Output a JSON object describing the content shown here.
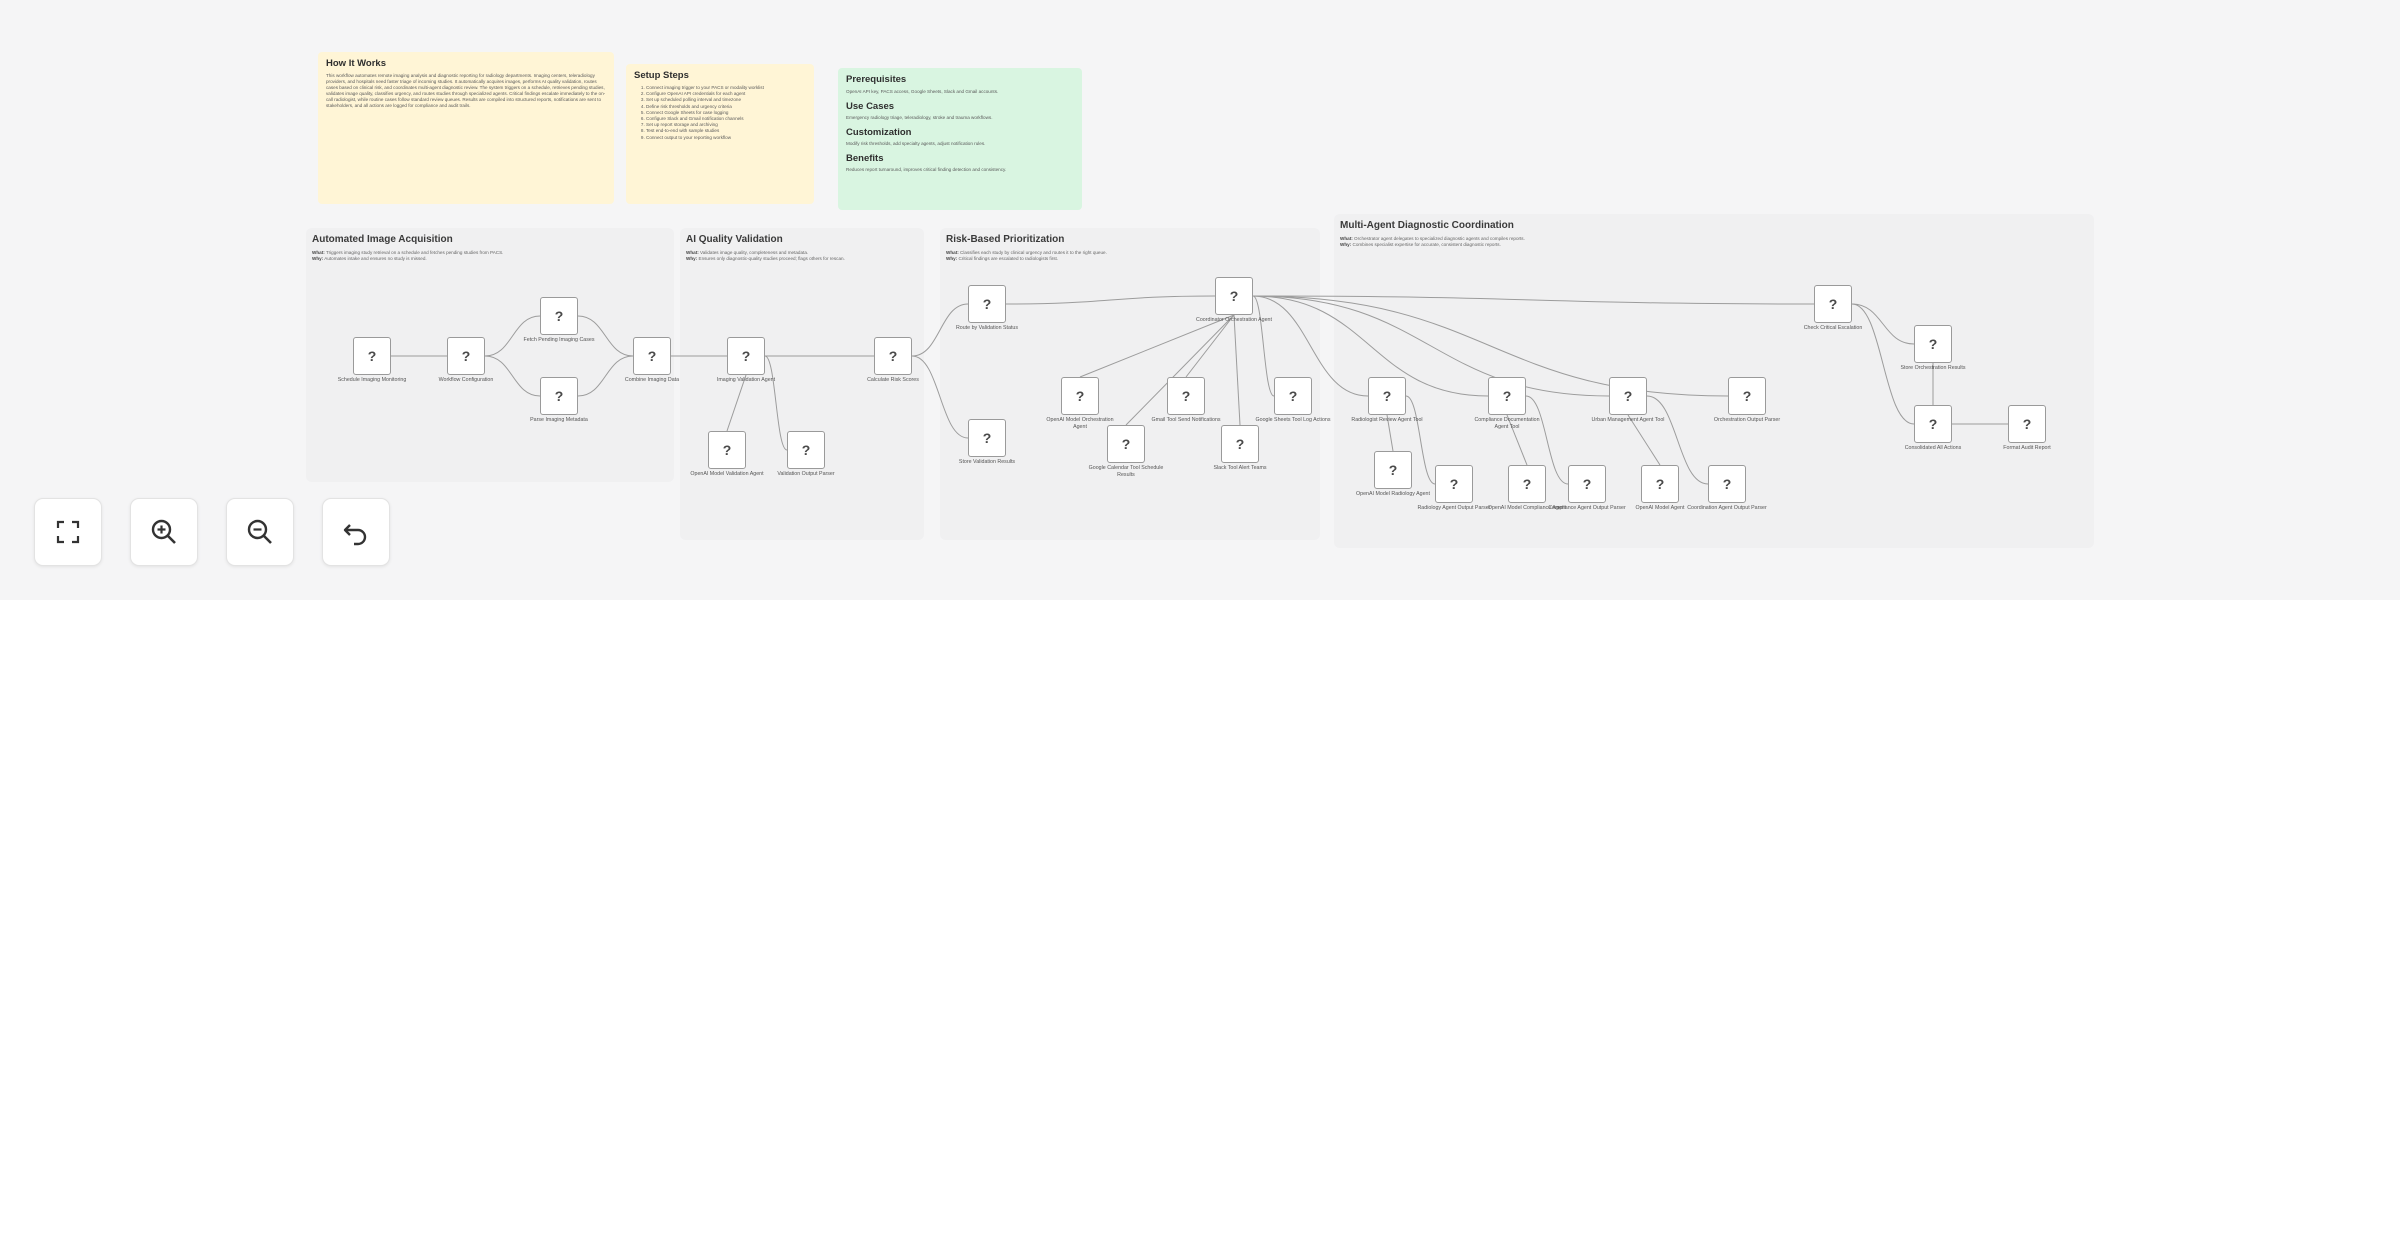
{
  "notes": {
    "how": {
      "title": "How It Works",
      "body": "This workflow automates remote imaging analysis and diagnostic reporting for radiology departments. Imaging centers, teleradiology providers, and hospitals need faster triage of incoming studies. It automatically acquires images, performs AI quality validation, routes cases based on clinical risk, and coordinates multi-agent diagnostic review. The system triggers on a schedule, retrieves pending studies, validates image quality, classifies urgency, and routes studies through specialized agents. Critical findings escalate immediately to the on-call radiologist, while routine cases follow standard review queues. Results are compiled into structured reports, notifications are sent to stakeholders, and all actions are logged for compliance and audit trails."
    },
    "setup": {
      "title": "Setup Steps",
      "steps": [
        "Connect imaging trigger to your PACS or modality worklist",
        "Configure OpenAI API credentials for each agent",
        "Set up scheduled polling interval and timezone",
        "Define risk thresholds and urgency criteria",
        "Connect Google Sheets for case logging",
        "Configure Slack and Gmail notification channels",
        "Set up report storage and archiving",
        "Test end-to-end with sample studies",
        "Connect output to your reporting workflow"
      ]
    },
    "prereq": {
      "title": "Prerequisites",
      "body": "OpenAI API key, PACS access, Google Sheets, Slack and Gmail accounts.",
      "uc_title": "Use Cases",
      "uc_body": "Emergency radiology triage, teleradiology, stroke and trauma workflows.",
      "cust_title": "Customization",
      "cust_body": "Modify risk thresholds, add specialty agents, adjust notification rules.",
      "ben_title": "Benefits",
      "ben_body": "Reduces report turnaround, improves critical finding detection and consistency."
    }
  },
  "groups": {
    "g1": {
      "title": "Automated Image Acquisition",
      "what": "What:",
      "what_text": "Triggers imaging study retrieval on a schedule and fetches pending studies from PACS.",
      "why": "Why:",
      "why_text": "Automates intake and ensures no study is missed."
    },
    "g2": {
      "title": "AI Quality Validation",
      "what": "What:",
      "what_text": "Validates image quality, completeness and metadata.",
      "why": "Why:",
      "why_text": "Ensures only diagnostic-quality studies proceed; flags others for rescan."
    },
    "g3": {
      "title": "Risk-Based Prioritization",
      "what": "What:",
      "what_text": "Classifies each study by clinical urgency and routes it to the right queue.",
      "why": "Why:",
      "why_text": "Critical findings are escalated to radiologists first."
    },
    "g4": {
      "title": "Multi-Agent Diagnostic Coordination",
      "what": "What:",
      "what_text": "Orchestrator agent delegates to specialized diagnostic agents and compiles reports.",
      "why": "Why:",
      "why_text": "Combines specialist expertise for accurate, consistent diagnostic reports."
    }
  },
  "nodes": [
    {
      "id": "n1",
      "label": "Schedule Imaging Monitoring"
    },
    {
      "id": "n2",
      "label": "Workflow Configuration"
    },
    {
      "id": "n3",
      "label": "Fetch Pending Imaging Cases"
    },
    {
      "id": "n4",
      "label": "Parse Imaging Metadata"
    },
    {
      "id": "n5",
      "label": "Combine Imaging Data"
    },
    {
      "id": "n6",
      "label": "Imaging Validation Agent"
    },
    {
      "id": "n7",
      "label": "OpenAI Model Validation Agent"
    },
    {
      "id": "n8",
      "label": "Validation Output Parser"
    },
    {
      "id": "n9",
      "label": "Calculate Risk Scores"
    },
    {
      "id": "n10",
      "label": "Route by Validation Status"
    },
    {
      "id": "n11",
      "label": "Store Validation Results"
    },
    {
      "id": "n12",
      "label": "Coordinator Orchestration Agent"
    },
    {
      "id": "n13",
      "label": "OpenAI Model Orchestration Agent"
    },
    {
      "id": "n14",
      "label": "Google Calendar Tool Schedule Results"
    },
    {
      "id": "n15",
      "label": "Gmail Tool Send Notifications"
    },
    {
      "id": "n16",
      "label": "Slack Tool Alert Teams"
    },
    {
      "id": "n17",
      "label": "Google Sheets Tool Log Actions"
    },
    {
      "id": "n18",
      "label": "Radiologist Review Agent Tool"
    },
    {
      "id": "n19",
      "label": "OpenAI Model Radiology Agent"
    },
    {
      "id": "n20",
      "label": "Radiology Agent Output Parser"
    },
    {
      "id": "n21",
      "label": "Compliance Documentation Agent Tool"
    },
    {
      "id": "n22",
      "label": "OpenAI Model Compliance Agent"
    },
    {
      "id": "n23",
      "label": "Compliance Agent Output Parser"
    },
    {
      "id": "n24",
      "label": "Urban Management Agent Tool"
    },
    {
      "id": "n25",
      "label": "OpenAI Model Agent"
    },
    {
      "id": "n26",
      "label": "Coordination Agent Output Parser"
    },
    {
      "id": "n27",
      "label": "Orchestration Output Parser"
    },
    {
      "id": "n28",
      "label": "Check Critical Escalation"
    },
    {
      "id": "n29",
      "label": "Store Orchestration Results"
    },
    {
      "id": "n30",
      "label": "Consolidated All Actions"
    },
    {
      "id": "n31",
      "label": "Format Audit Report"
    }
  ],
  "controls": {
    "fullscreen": "fullscreen-icon",
    "zoom_in": "zoom-in-icon",
    "zoom_out": "zoom-out-icon",
    "reset": "undo-icon"
  },
  "colors": {
    "note_yellow": "#fff5d6",
    "note_green": "#d9f5e1",
    "canvas_bg": "#f5f5f6"
  }
}
